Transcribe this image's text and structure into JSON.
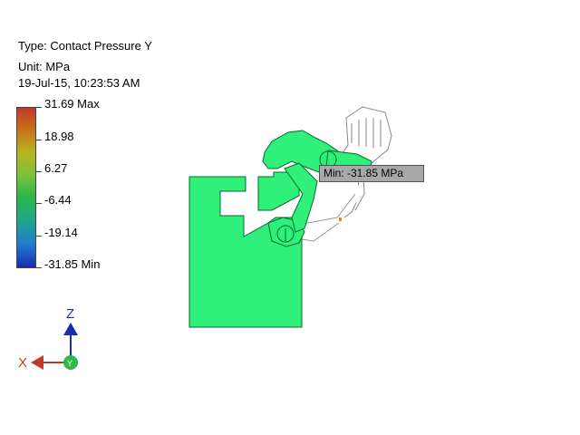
{
  "info": {
    "type": "Type: Contact Pressure Y",
    "unit": "Unit: MPa",
    "timestamp": "19-Jul-15, 10:23:53 AM"
  },
  "legend": {
    "labels": [
      "31.69 Max",
      "18.98",
      "6.27",
      "-6.44",
      "-19.14",
      "-31.85 Min"
    ],
    "colors": [
      "#c0392b",
      "#c96a1a",
      "#b7b51f",
      "#7cc23a",
      "#2db84a",
      "#1fa888",
      "#1d7fd0",
      "#1a2bb0"
    ]
  },
  "probe": {
    "label": "Min: -31.85 MPa"
  },
  "triad": {
    "z_label": "Z",
    "x_label": "X",
    "z_color": "#1a2bb0",
    "x_color": "#c0392b",
    "y_color": "#2db84a"
  },
  "model": {
    "fill_color": "#2ef07a"
  }
}
